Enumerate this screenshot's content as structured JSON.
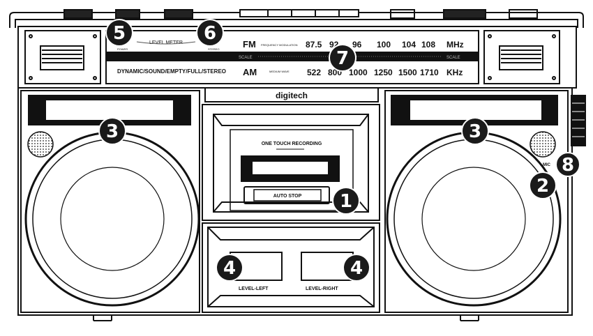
{
  "brand": "digitech",
  "level_meter": {
    "title": "LEVEL METER",
    "left_small": "POWER",
    "right_small": "STEREO",
    "mode_text": "DYNAMIC/SOUND/EMPTY/FULL/STEREO"
  },
  "tuner": {
    "fm_label": "FM",
    "fm_desc": "FREQUENCY MODULATION",
    "fm_freqs": [
      "87.5",
      "92",
      "96",
      "100",
      "104",
      "108"
    ],
    "fm_unit": "MHz",
    "scale_left": "SCALE",
    "scale_right": "SCALE",
    "am_label": "AM",
    "am_desc": "MEDIUM WAVE",
    "am_freqs": [
      "522",
      "800",
      "1000",
      "1250",
      "1500",
      "1710"
    ],
    "am_unit": "KHz"
  },
  "cassette": {
    "record_label": "ONE TOUCH RECORDING",
    "autostop_label": "AUTO STOP"
  },
  "lower_panel": {
    "level_left": "LEVEL-LEFT",
    "level_right": "LEVEL-RIGHT"
  },
  "mic_label": "MIC",
  "callouts": [
    {
      "id": "1",
      "text": "1"
    },
    {
      "id": "2",
      "text": "2"
    },
    {
      "id": "3a",
      "text": "3"
    },
    {
      "id": "3b",
      "text": "3"
    },
    {
      "id": "4a",
      "text": "4"
    },
    {
      "id": "4b",
      "text": "4"
    },
    {
      "id": "5",
      "text": "5"
    },
    {
      "id": "6",
      "text": "6"
    },
    {
      "id": "7",
      "text": "7"
    },
    {
      "id": "8",
      "text": "8"
    }
  ],
  "colors": {
    "line": "#111111",
    "badge": "#1a1a1a",
    "background": "#ffffff"
  }
}
